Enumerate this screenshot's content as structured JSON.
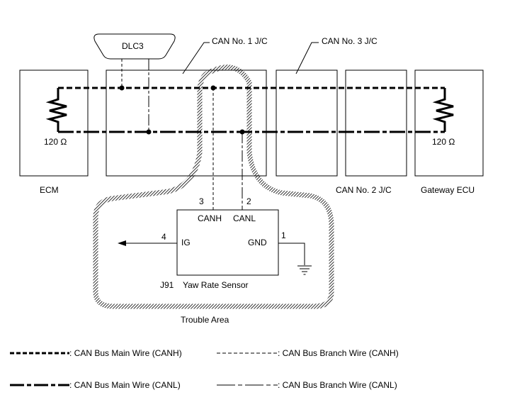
{
  "labels": {
    "dlc3": "DLC3",
    "can_no1_jc": "CAN No. 1 J/C",
    "can_no3_jc": "CAN No. 3 J/C",
    "can_no2_jc": "CAN No. 2 J/C",
    "ecm": "ECM",
    "gateway_ecu": "Gateway ECU",
    "resistor_left": "120 Ω",
    "resistor_right": "120 Ω",
    "trouble_area": "Trouble Area"
  },
  "sensor": {
    "code": "J91",
    "name": "Yaw Rate Sensor",
    "pins": {
      "canh": {
        "number": "3",
        "label": "CANH"
      },
      "canl": {
        "number": "2",
        "label": "CANL"
      },
      "ig": {
        "number": "4",
        "label": "IG"
      },
      "gnd": {
        "number": "1",
        "label": "GND"
      }
    }
  },
  "legend": {
    "main_canh": ": CAN Bus Main Wire (CANH)",
    "branch_canh": ": CAN Bus Branch Wire (CANH)",
    "main_canl": ": CAN Bus Main Wire (CANL)",
    "branch_canl": ": CAN Bus Branch Wire (CANL)"
  }
}
